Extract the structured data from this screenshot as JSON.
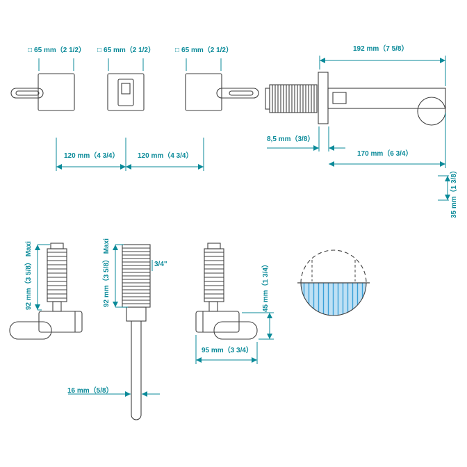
{
  "colors": {
    "line": "#3f3f3f",
    "dimension": "#0a8a99",
    "hatch_fill": "#bfe0f4",
    "hatch_stroke": "#3aa0d8"
  },
  "front_view": {
    "handles": [
      {
        "symbol": "□",
        "width_label": "65 mm（2 1/2）"
      },
      {
        "symbol": "□",
        "width_label": "65 mm（2 1/2）"
      },
      {
        "symbol": "□",
        "width_label": "65 mm（2 1/2）"
      }
    ],
    "spacing_labels": [
      "120 mm（4 3/4）",
      "120 mm（4 3/4）"
    ]
  },
  "spout_view": {
    "total_length_label": "192 mm（7 5/8）",
    "plate_thickness_label": "8,5 mm（3/8）",
    "projection_label": "170 mm（6 3/4）",
    "drop_label": "35 mm（1 3/8）"
  },
  "side_view": {
    "valve_depth_left_label": "92 mm（3 5/8） Maxi",
    "valve_depth_middle_label": "92 mm（3 5/8） Maxi",
    "thread_label": "3/4\"",
    "handle_height_label": "45 mm（1 3/4）",
    "handle_length_label": "95 mm（3 3/4）",
    "tube_diameter_label": "16 mm（5/8）"
  }
}
